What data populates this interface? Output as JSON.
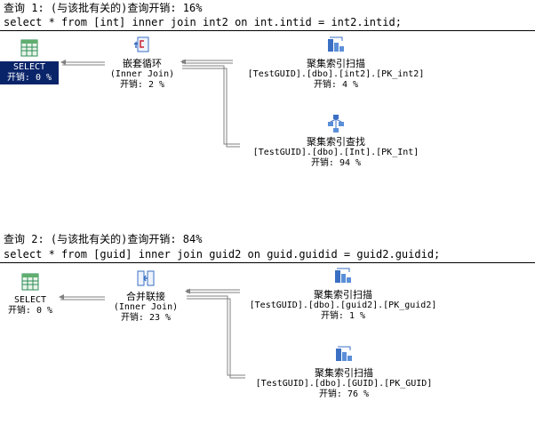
{
  "query1": {
    "header": "查询 1: (与该批有关的)查询开销: 16%",
    "sql": "select * from [int] inner join int2 on int.intid = int2.intid;",
    "select_node": {
      "label": "SELECT",
      "cost": "开销: 0 %",
      "icon": "select-icon"
    },
    "join_node": {
      "title": "嵌套循环",
      "subtitle": "(Inner Join)",
      "cost": "开销: 2 %",
      "icon": "nested-loops-icon"
    },
    "scan_node": {
      "title": "聚集索引扫描",
      "object": "[TestGUID].[dbo].[int2].[PK_int2]",
      "cost": "开销: 4 %",
      "icon": "clustered-index-scan-icon"
    },
    "seek_node": {
      "title": "聚集索引查找",
      "object": "[TestGUID].[dbo].[Int].[PK_Int]",
      "cost": "开销: 94 %",
      "icon": "clustered-index-seek-icon"
    }
  },
  "query2": {
    "header": "查询 2: (与该批有关的)查询开销: 84%",
    "sql": "select * from [guid] inner join guid2 on guid.guidid = guid2.guidid;",
    "select_node": {
      "label": "SELECT",
      "cost": "开销: 0 %",
      "icon": "select-icon"
    },
    "join_node": {
      "title": "合并联接",
      "subtitle": "(Inner Join)",
      "cost": "开销: 23 %",
      "icon": "merge-join-icon"
    },
    "scan_node": {
      "title": "聚集索引扫描",
      "object": "[TestGUID].[dbo].[guid2].[PK_guid2]",
      "cost": "开销: 1 %",
      "icon": "clustered-index-scan-icon"
    },
    "scan2_node": {
      "title": "聚集索引扫描",
      "object": "[TestGUID].[dbo].[GUID].[PK_GUID]",
      "cost": "开销: 76 %",
      "icon": "clustered-index-scan-icon"
    }
  },
  "colors": {
    "selection": "#0a246a",
    "arrow": "#808080",
    "icon_blue": "#3a6fc4",
    "grid_green": "#2e8b57"
  }
}
